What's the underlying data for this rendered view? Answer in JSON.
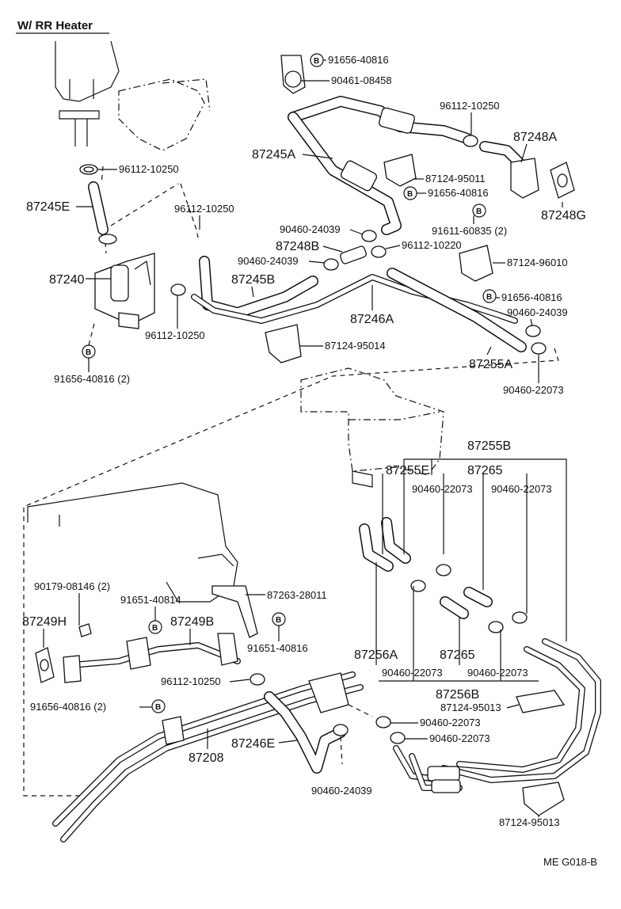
{
  "title": "W/ RR  Heater",
  "footer": "ME  G018-B",
  "bolt_symbol": "B",
  "labels": {
    "p91656_40816_top": "91656-40816",
    "p90461_08458": "90461-08458",
    "p96112_10250_a": "96112-10250",
    "p87248A": "87248A",
    "p87245A": "87245A",
    "p87124_95011": "87124-95011",
    "p91656_40816_b": "91656-40816",
    "p87248G": "87248G",
    "p96112_10250_b": "96112-10250",
    "p87245E": "87245E",
    "p96112_10250_c": "96112-10250",
    "p91611_60835": "91611-60835 (2)",
    "p90460_24039_a": "90460-24039",
    "p87248B": "87248B",
    "p96112_10220": "96112-10220",
    "p90460_24039_b": "90460-24039",
    "p87124_96010": "87124-96010",
    "p87240": "87240",
    "p87245B": "87245B",
    "p91656_40816_c": "91656-40816",
    "p90460_24039_c": "90460-24039",
    "p87246A": "87246A",
    "p96112_10250_d": "96112-10250",
    "p87124_95014": "87124-95014",
    "p87255A": "87255A",
    "p91656_40816_2": "91656-40816 (2)",
    "p90460_22073_a": "90460-22073",
    "p87255B": "87255B",
    "p87255E": "87255E",
    "p87265_a": "87265",
    "p90460_22073_b": "90460-22073",
    "p90460_22073_c": "90460-22073",
    "p90179_08146": "90179-08146 (2)",
    "p87263_28011": "87263-28011",
    "p91651_40814": "91651-40814",
    "p87249H": "87249H",
    "p87249B": "87249B",
    "p91651_40816": "91651-40816",
    "p87256A": "87256A",
    "p87265_b": "87265",
    "p90460_22073_d": "90460-22073",
    "p90460_22073_e": "90460-22073",
    "p96112_10250_e": "96112-10250",
    "p87256B": "87256B",
    "p87124_95013_a": "87124-95013",
    "p91656_40816_d": "91656-40816 (2)",
    "p90460_22073_f": "90460-22073",
    "p90460_22073_g": "90460-22073",
    "p87246E": "87246E",
    "p87208": "87208",
    "p90460_24039_d": "90460-24039",
    "p87124_95013_b": "87124-95013"
  }
}
